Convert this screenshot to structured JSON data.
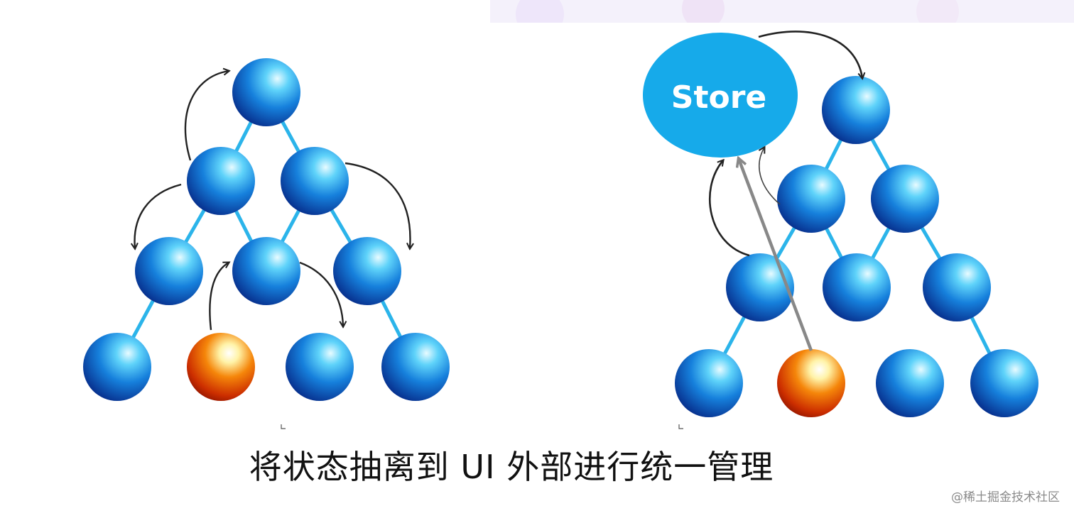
{
  "diagram": {
    "store_label": "Store",
    "caption": "将状态抽离到 UI 外部进行统一管理",
    "watermark": "@稀土掘金技术社区"
  },
  "colors": {
    "node_blue": "#1680dc",
    "node_orange": "#f5860a",
    "edge": "#2bb4ea",
    "store": "#16aaea",
    "arrow": "#222222",
    "arrow_gray": "#888888"
  }
}
